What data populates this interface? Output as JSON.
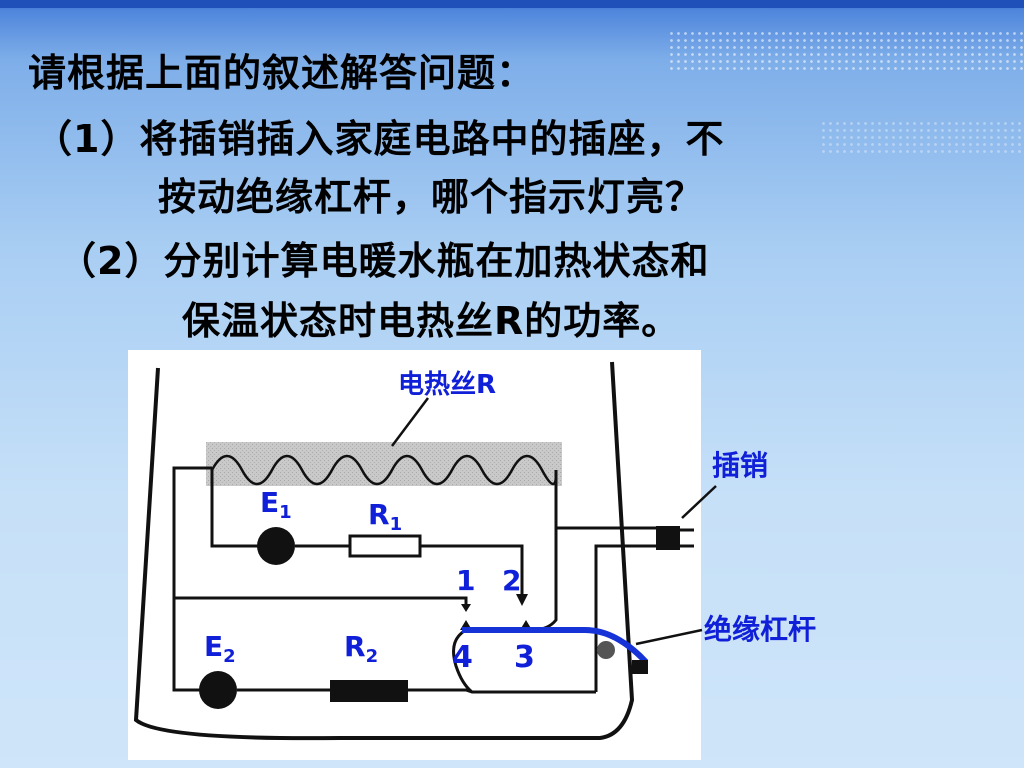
{
  "text": {
    "line1": "请根据上面的叙述解答问题：",
    "line2": "（1）将插销插入家庭电路中的插座，不",
    "line3": "按动绝缘杠杆，哪个指示灯亮？",
    "line4": "（2）分别计算电暖水瓶在加热状态和",
    "line5": "保温状态时电热丝R的功率。"
  },
  "diagram": {
    "heater_label": "电热丝R",
    "plug_label": "插销",
    "lever_label": "绝缘杠杆",
    "e1": "E",
    "e1_sub": "1",
    "r1": "R",
    "r1_sub": "1",
    "e2": "E",
    "e2_sub": "2",
    "r2": "R",
    "r2_sub": "2",
    "c1": "1",
    "c2": "2",
    "c3": "3",
    "c4": "4"
  },
  "colors": {
    "label_blue": "#1020d8",
    "lever_blue": "#1533d6"
  }
}
